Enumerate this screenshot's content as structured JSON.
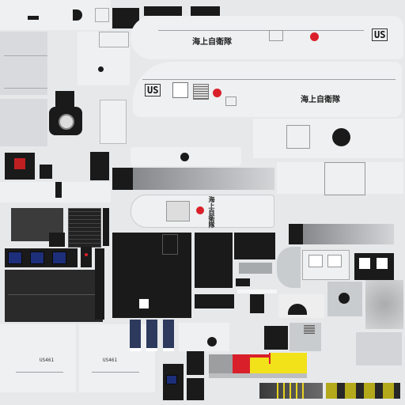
{
  "markings": {
    "jmsdf_text": "海上自衛隊",
    "us_code": "US",
    "wing_code": "US461"
  },
  "colors": {
    "hinomaru": "#d9202a",
    "warning_yellow": "#f2e21a",
    "warning_red": "#d9202a",
    "screen_blue": "#1d2f7a"
  }
}
